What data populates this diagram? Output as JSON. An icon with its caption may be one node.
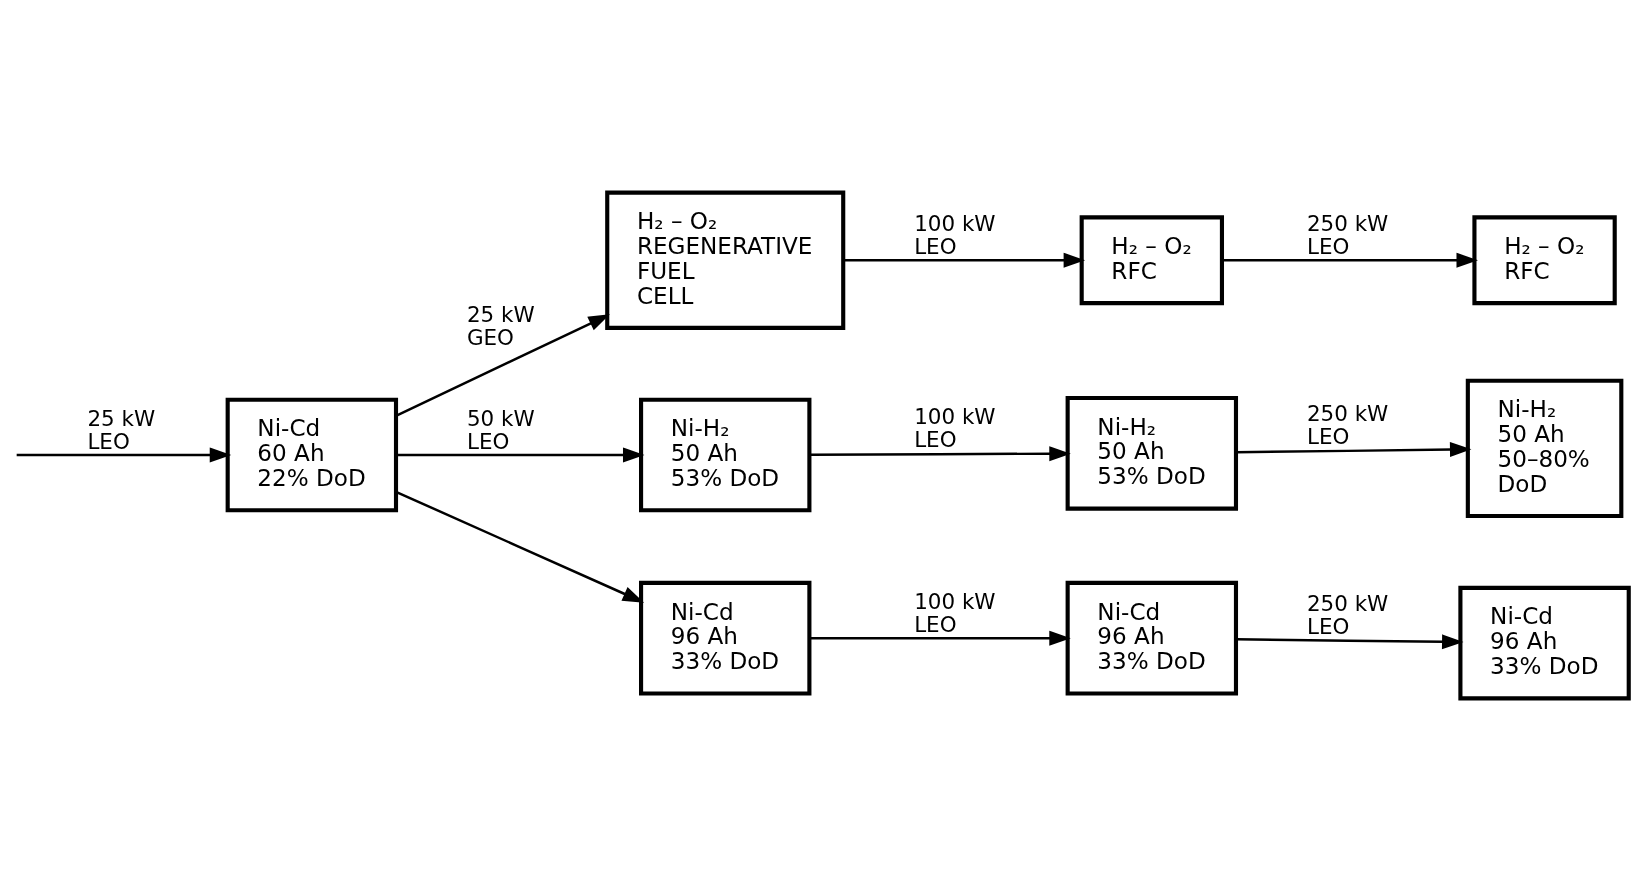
{
  "diagram": {
    "nodes": [
      {
        "text": [
          "Ni-Cd 60 Ah 22% DoD"
        ]
      },
      {
        "text": [
          "H₂ – O₂ REGENERATIVE FUEL CELL"
        ]
      },
      {
        "text": [
          "H₂ – O₂ RFC"
        ]
      },
      {
        "text": [
          "H₂ – O₂ RFC"
        ]
      },
      {
        "text": [
          "Ni-H₂ 50 Ah 53% DoD"
        ]
      },
      {
        "text": [
          "Ni-H₂ 50 Ah 53% DoD"
        ]
      },
      {
        "text": [
          "Ni-H₂ 50 Ah 50–80% DoD"
        ]
      },
      {
        "text": [
          "Ni-Cd 96 Ah 33% DoD"
        ]
      },
      {
        "text": [
          "Ni-Cd 96 Ah 33% DoD"
        ]
      },
      {
        "text": [
          "Ni-Cd 96 Ah 33% DoD"
        ]
      }
    ],
    "edges": [
      {
        "from": null,
        "to": 0,
        "arrow": "to",
        "label": "25 kW LEO"
      },
      {
        "from": 0,
        "to": 1,
        "arrow": "to",
        "label": "25 kW GEO"
      },
      {
        "from": 1,
        "to": 2,
        "arrow": "to",
        "label": "100 kW LEO"
      },
      {
        "from": 2,
        "to": 3,
        "arrow": "to",
        "label": "250 kW LEO"
      },
      {
        "from": 0,
        "to": 4,
        "arrow": "to",
        "label": "50 kW LEO"
      },
      {
        "from": 0,
        "to": 7,
        "arrow": "to"
      },
      {
        "from": 4,
        "to": 5,
        "arrow": "to",
        "label": "100 kW LEO"
      },
      {
        "from": 5,
        "to": 6,
        "arrow": "to",
        "label": "250 kW LEO"
      },
      {
        "from": 7,
        "to": 8,
        "arrow": "to",
        "label": "100 kW LEO"
      },
      {
        "from": 8,
        "to": 9,
        "arrow": "to",
        "label": "250 kW LEO"
      }
    ]
  }
}
